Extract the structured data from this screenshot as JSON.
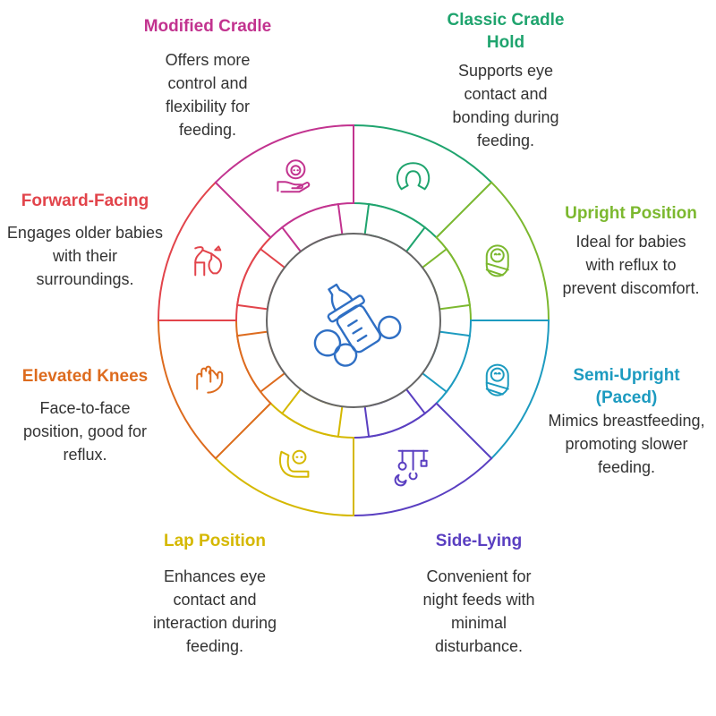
{
  "center": {
    "icon": "baby-bottle-icon",
    "color": "#2f6fc4"
  },
  "positions": [
    {
      "title": "Classic Cradle\nHold",
      "desc": "Supports eye contact and bonding during feeding.",
      "color": "#1fa46e",
      "icon": "cradle-hold-icon"
    },
    {
      "title": "Upright Position",
      "desc": "Ideal for babies with reflux to prevent discomfort.",
      "color": "#7cb82f",
      "icon": "swaddled-baby-icon"
    },
    {
      "title": "Semi-Upright\n(Paced)",
      "desc": "Mimics breastfeeding, promoting slower feeding.",
      "color": "#1d9bc0",
      "icon": "swaddled-baby-icon"
    },
    {
      "title": "Side-Lying",
      "desc": "Convenient for night feeds with minimal disturbance.",
      "color": "#5a3fc1",
      "icon": "night-mobile-icon"
    },
    {
      "title": "Lap Position",
      "desc": "Enhances eye contact and interaction during feeding.",
      "color": "#d5b800",
      "icon": "lap-baby-icon"
    },
    {
      "title": "Elevated Knees",
      "desc": "Face-to-face position, good for reflux.",
      "color": "#dd6b1e",
      "icon": "hands-icon"
    },
    {
      "title": "Forward-Facing",
      "desc": "Engages older babies with their surroundings.",
      "color": "#e2444b",
      "icon": "stork-baby-icon"
    },
    {
      "title": "Modified Cradle",
      "desc": "Offers more control and flexibility for feeding.",
      "color": "#c2338f",
      "icon": "baby-in-hand-icon"
    }
  ]
}
